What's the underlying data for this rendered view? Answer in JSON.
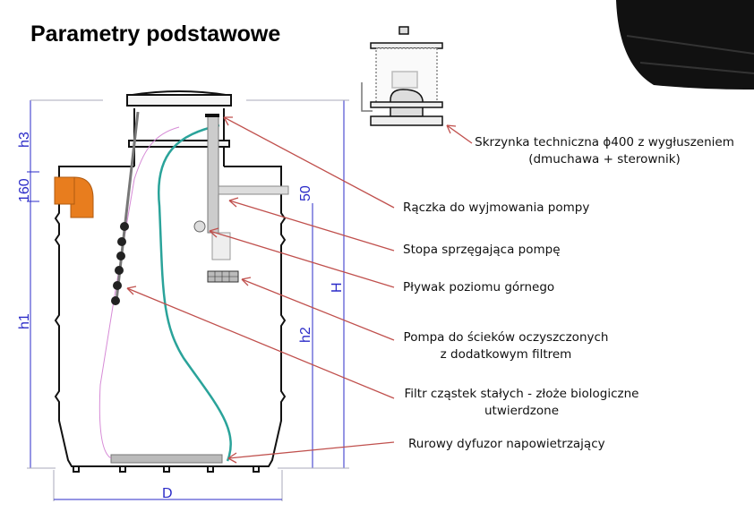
{
  "title": "Parametry podstawowe",
  "dimensions": {
    "h3": "h3",
    "d160": "160",
    "h1": "h1",
    "d50": "50",
    "h2": "h2",
    "H": "H",
    "D": "D"
  },
  "labels": {
    "box_line1": "Skrzynka techniczna ϕ400 z wygłuszeniem",
    "box_line2": "(dmuchawa + sterownik)",
    "handle": "Rączka do wyjmowania pompy",
    "foot": "Stopa sprzęgająca pompę",
    "float": "Pływak poziomu górnego",
    "pump_line1": "Pompa do ścieków oczyszczonych",
    "pump_line2": "z dodatkowym filtrem",
    "filter_line1": "Filtr cząstek stałych - złoże biologiczne",
    "filter_line2": "utwierdzone",
    "diffuser": "Rurowy dyfuzor napowietrzający"
  },
  "colors": {
    "dimension": "#2b2bc8",
    "arrow": "#c0504d",
    "pipe": "#e87d1e",
    "hose": "#2aa39a"
  }
}
